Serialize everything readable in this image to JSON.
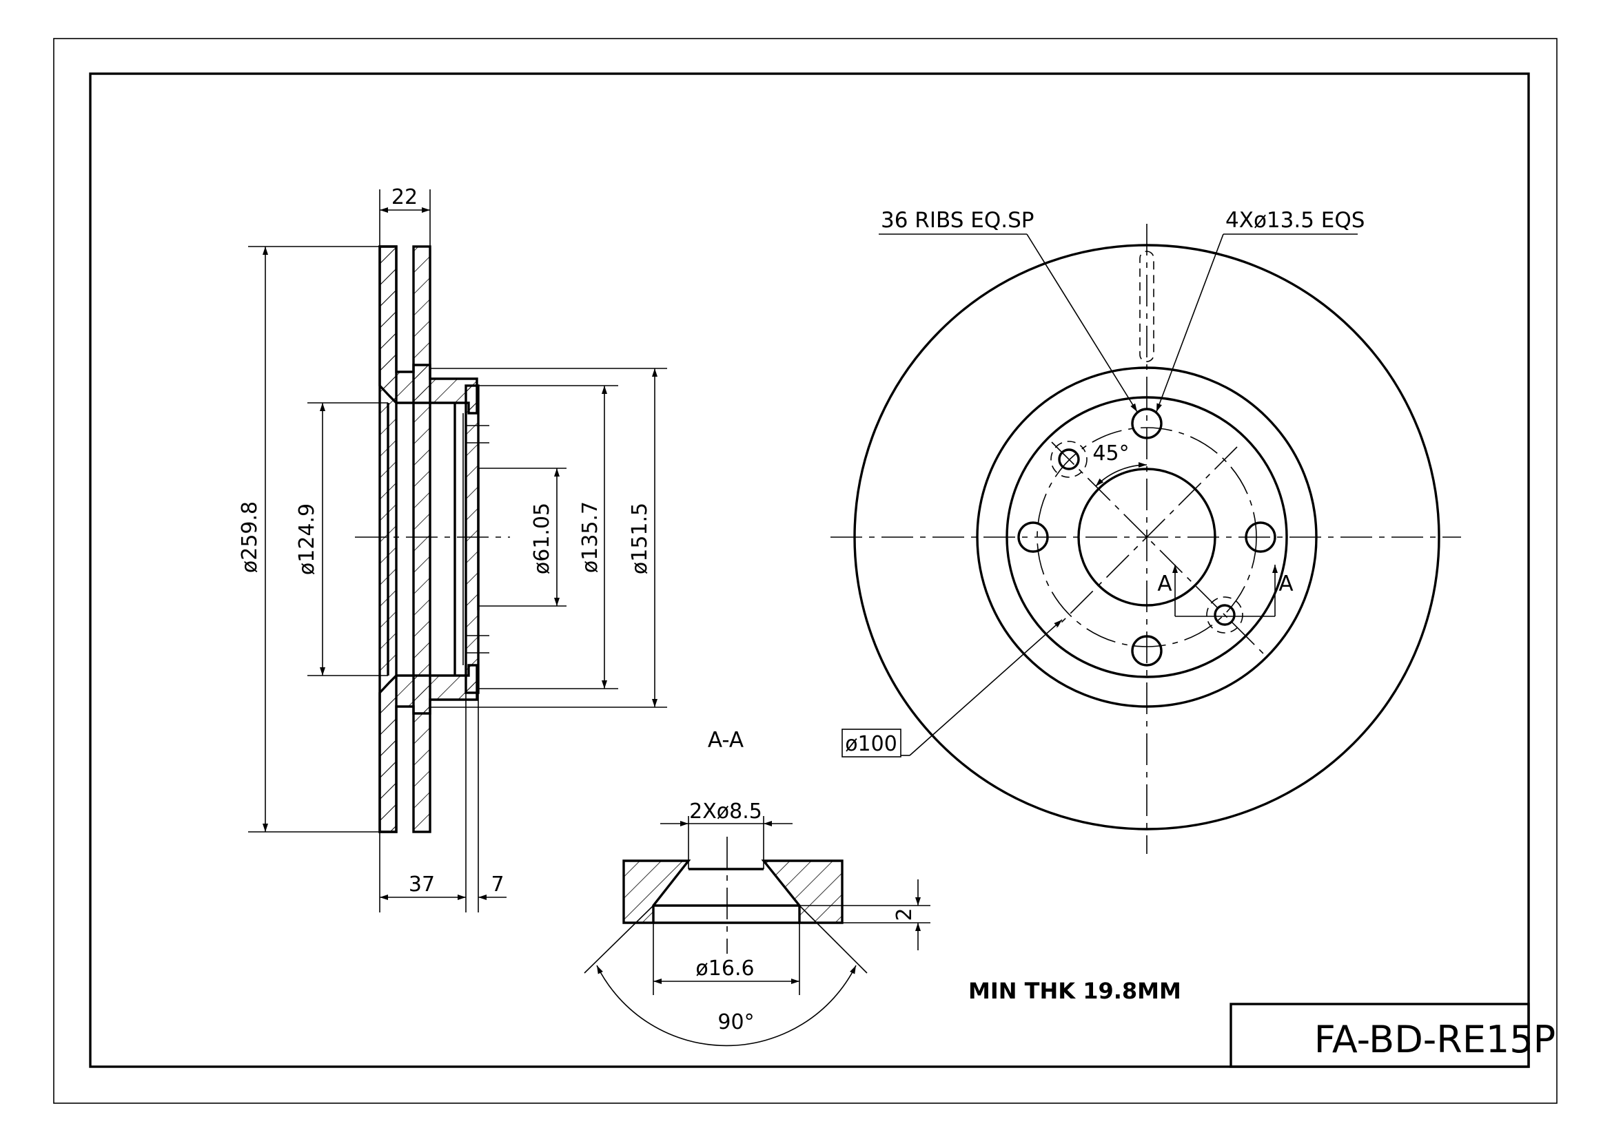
{
  "part_number": "FA-BD-RE15P",
  "min_thickness": "MIN THK 19.8MM",
  "section_label": "A-A",
  "section_mark": "A",
  "side_view": {
    "width_top": "22",
    "dia_outer": "ø259.8",
    "dia_inner": "ø124.9",
    "dia_center_bore": "ø61.05",
    "dia_hub": "ø135.7",
    "dia_hat": "ø151.5",
    "offset": "37",
    "hat_thickness": "7"
  },
  "front_view": {
    "ribs": "36 RIBS EQ.SP",
    "bolt_holes": "4Xø13.5 EQS",
    "angle": "45°",
    "pcd": "ø100"
  },
  "hole_detail": {
    "holes": "2Xø8.5",
    "counterbore": "ø16.6",
    "depth": "2",
    "angle": "90°"
  }
}
